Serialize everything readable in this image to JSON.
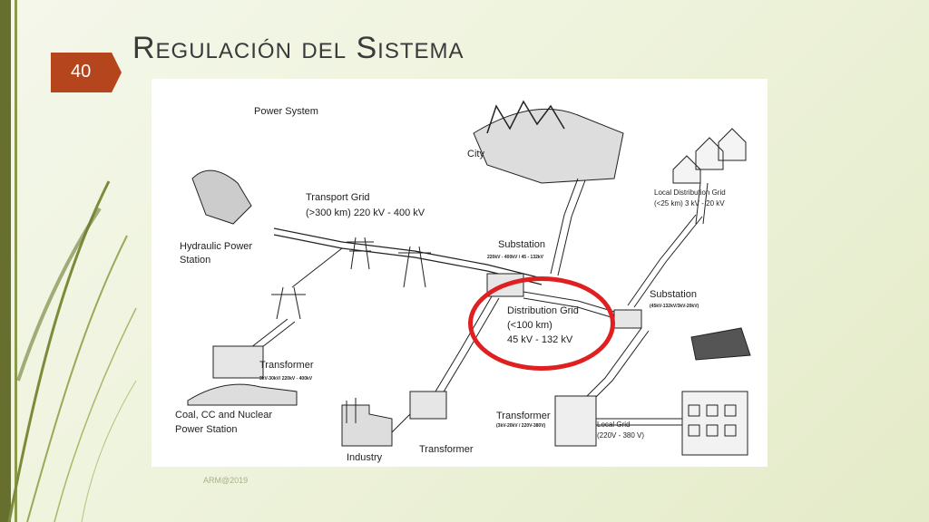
{
  "slide": {
    "title": "Regulación del Sistema",
    "page_number": "40",
    "footer": "ARM@2019"
  },
  "diagram": {
    "heading": "Power System",
    "labels": {
      "city": "City",
      "local_dist_line1": "Local Distribution Grid",
      "local_dist_line2": "(<25 km) 3 kV - 20 kV",
      "transport_line1": "Transport Grid",
      "transport_line2": "(>300 km) 220 kV - 400 kV",
      "hydro_line1": "Hydraulic Power",
      "hydro_line2": "Station",
      "substation_top": "Substation",
      "substation_top_rating": "220kV - 400kV / 45 - 132kV",
      "substation_right": "Substation",
      "substation_right_rating": "(45kV-132kV/3kV-20kV)",
      "dist_line1": "Distribution Grid",
      "dist_line2": "(<100 km)",
      "dist_line3": "45 kV - 132 kV",
      "transformer_left": "Transformer",
      "transformer_left_rating": "3kV-30kV/ 220kV - 400kV",
      "coal_line1": "Coal, CC and Nuclear",
      "coal_line2": "Power Station",
      "transformer_bottom": "Transformer",
      "transformer_right": "Transformer",
      "transformer_right_rating": "(3kV-20kV / 220V-380V)",
      "local_grid_line1": "Local Grid",
      "local_grid_line2": "(220V - 380 V)",
      "industry": "Industry"
    }
  },
  "colors": {
    "accent": "#b5451c",
    "highlight": "#e02020",
    "decor_olive": "#5f6a2c"
  }
}
